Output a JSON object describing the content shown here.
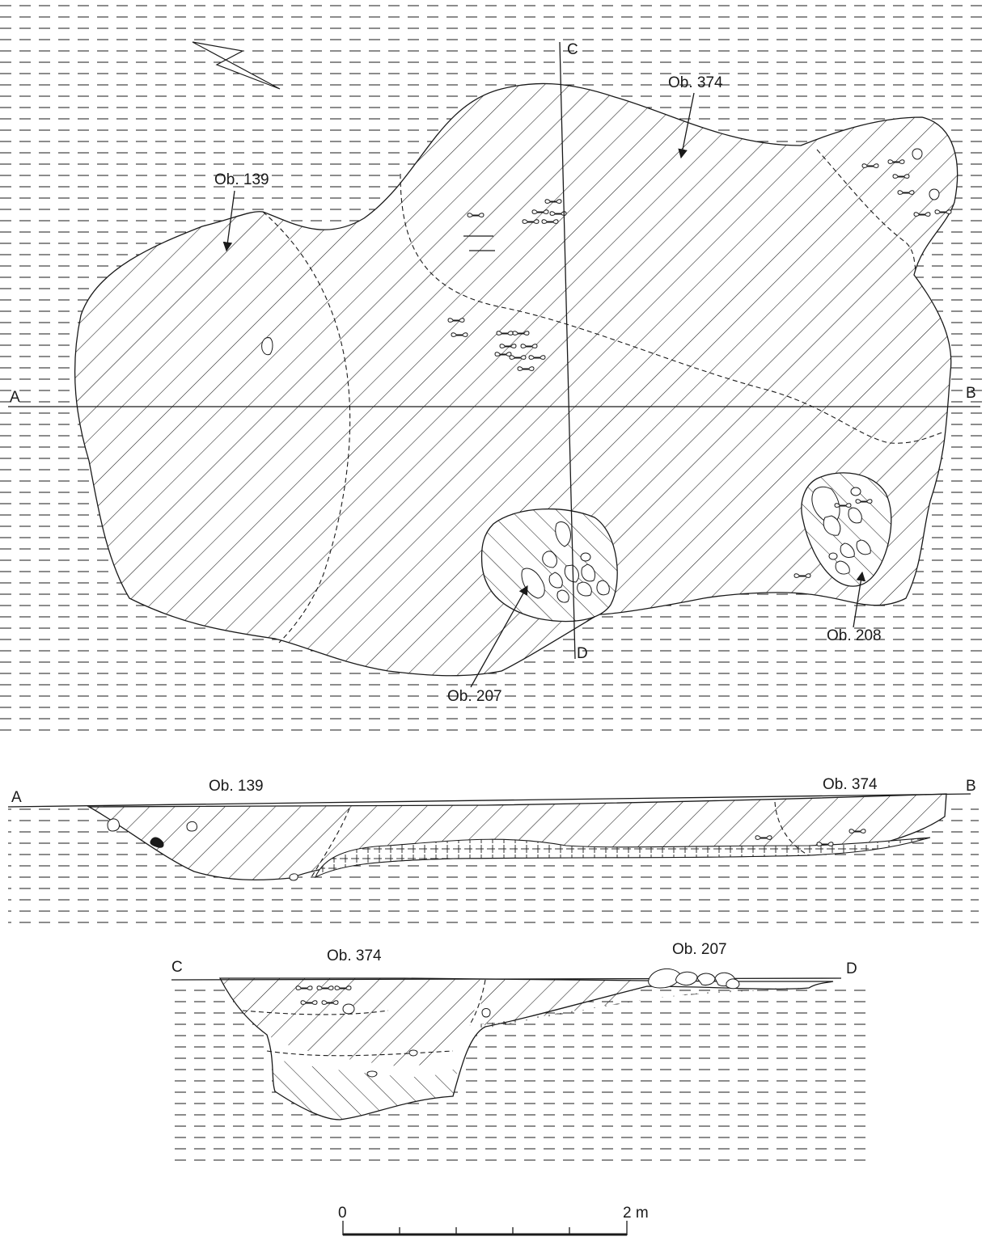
{
  "plan": {
    "section_a": "A",
    "section_b": "B",
    "section_c": "C",
    "section_d": "D",
    "features": [
      {
        "id": "ob139",
        "label": "Ob. 139"
      },
      {
        "id": "ob374",
        "label": "Ob. 374"
      },
      {
        "id": "ob207",
        "label": "Ob. 207"
      },
      {
        "id": "ob208",
        "label": "Ob. 208"
      }
    ]
  },
  "section_ab": {
    "start": "A",
    "end": "B",
    "labels": [
      "Ob. 139",
      "Ob. 374"
    ]
  },
  "section_cd": {
    "start": "C",
    "end": "D",
    "labels": [
      "Ob. 374",
      "Ob. 207"
    ]
  },
  "scale": {
    "start": "0",
    "end": "2 m"
  }
}
